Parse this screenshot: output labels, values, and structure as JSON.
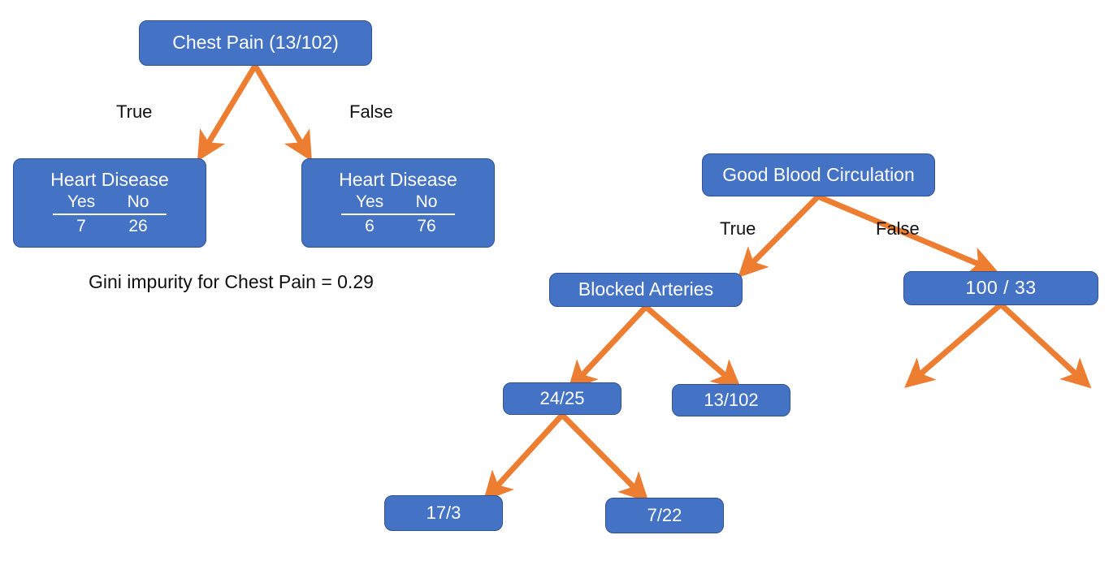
{
  "diagram": {
    "title": "Decision tree splitting on Chest Pain and Good Blood Circulation",
    "colors": {
      "node_fill": "#4472C4",
      "node_border": "#2E5395",
      "node_text": "#FFFFFF",
      "arrow": "#ED7D31",
      "label_text": "#101010",
      "background": "#FFFFFF"
    },
    "left_tree": {
      "root": {
        "label": "Chest Pain (13/102)"
      },
      "edges": {
        "true_label": "True",
        "false_label": "False"
      },
      "true_leaf": {
        "title": "Heart Disease",
        "col_yes": "Yes",
        "col_no": "No",
        "val_yes": "7",
        "val_no": "26"
      },
      "false_leaf": {
        "title": "Heart Disease",
        "col_yes": "Yes",
        "col_no": "No",
        "val_yes": "6",
        "val_no": "76"
      },
      "caption": "Gini impurity for Chest Pain = 0.29"
    },
    "right_tree": {
      "root": {
        "label": "Good Blood Circulation"
      },
      "edges": {
        "true_label": "True",
        "false_label": "False"
      },
      "level2_left": {
        "label": "Blocked Arteries"
      },
      "level2_right": {
        "label": "100  /  33"
      },
      "level3_left": {
        "label": "24/25"
      },
      "level3_right": {
        "label": "13/102"
      },
      "level4_left": {
        "label": "17/3"
      },
      "level4_right": {
        "label": "7/22"
      }
    }
  }
}
